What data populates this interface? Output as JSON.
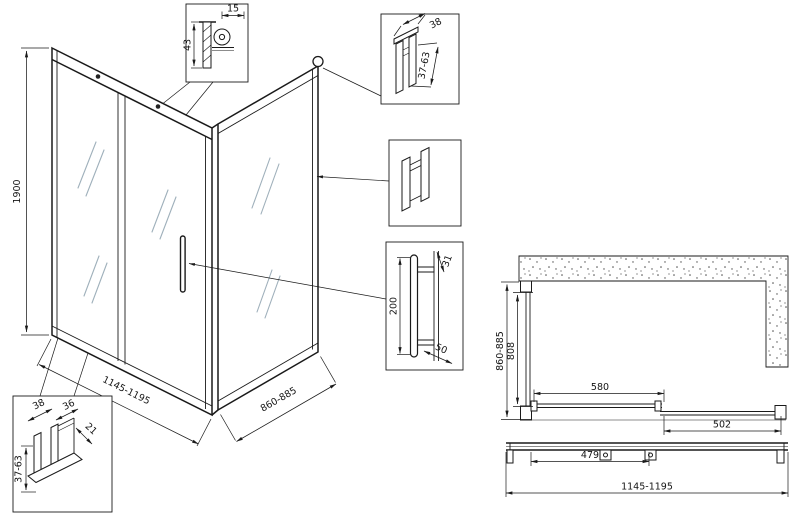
{
  "page": {
    "background": "#ffffff",
    "ink": "#1a1a1a"
  },
  "main_view": {
    "height": "1900",
    "front_width": "1145-1195",
    "side_width": "860-885"
  },
  "detail_roller": {
    "width": "15",
    "height": "43"
  },
  "detail_wall_profile": {
    "width": "38",
    "adjustment": "37-63"
  },
  "detail_handle": {
    "length": "200",
    "mount_size": "31",
    "mount_offset": "50"
  },
  "detail_bottom_rail": {
    "width": "38",
    "inner_width": "36",
    "height": "21",
    "adjustment": "37-63"
  },
  "plan_view": {
    "depth": "860-885",
    "glass_depth": "808",
    "sliding_panel": "580",
    "fixed_panel": "502"
  },
  "bottom_view": {
    "glass_width": "479",
    "total_width": "1145-1195"
  }
}
